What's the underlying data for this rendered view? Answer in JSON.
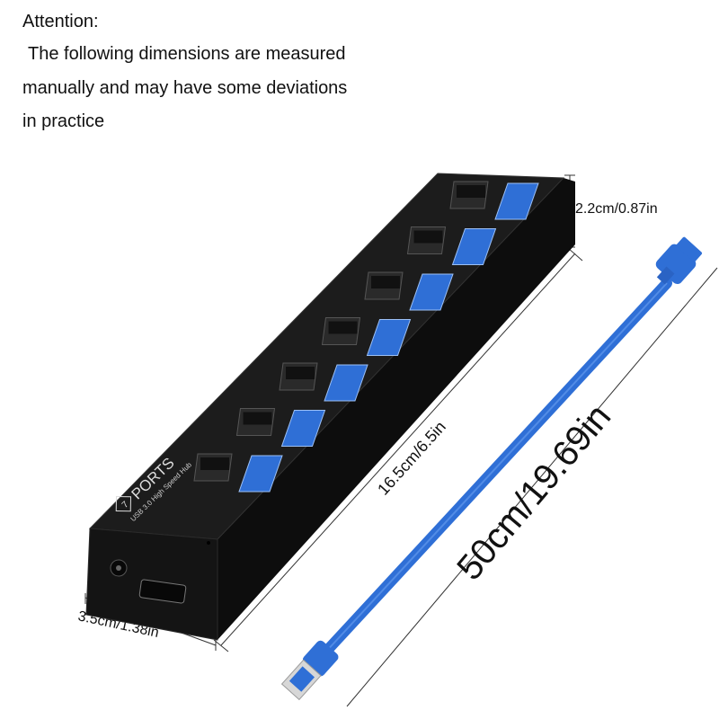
{
  "attention": {
    "heading": "Attention:",
    "line1": "The following dimensions are measured",
    "line2": "manually and may have some deviations",
    "line3": "in practice"
  },
  "dimensions": {
    "height": "2.2cm/0.87in",
    "length": "16.5cm/6.5in",
    "width": "3.5cm/1.38in",
    "cable": "50cm/19.69in"
  },
  "hub": {
    "logo_number": "7",
    "logo_text": "PORTS",
    "subtitle": "USB 3.0 High Speed Hub",
    "port_count": 7,
    "body_color": "#1a1a1a",
    "port_color": "#2f6fd6"
  },
  "cable": {
    "color": "#2f6fd6"
  }
}
